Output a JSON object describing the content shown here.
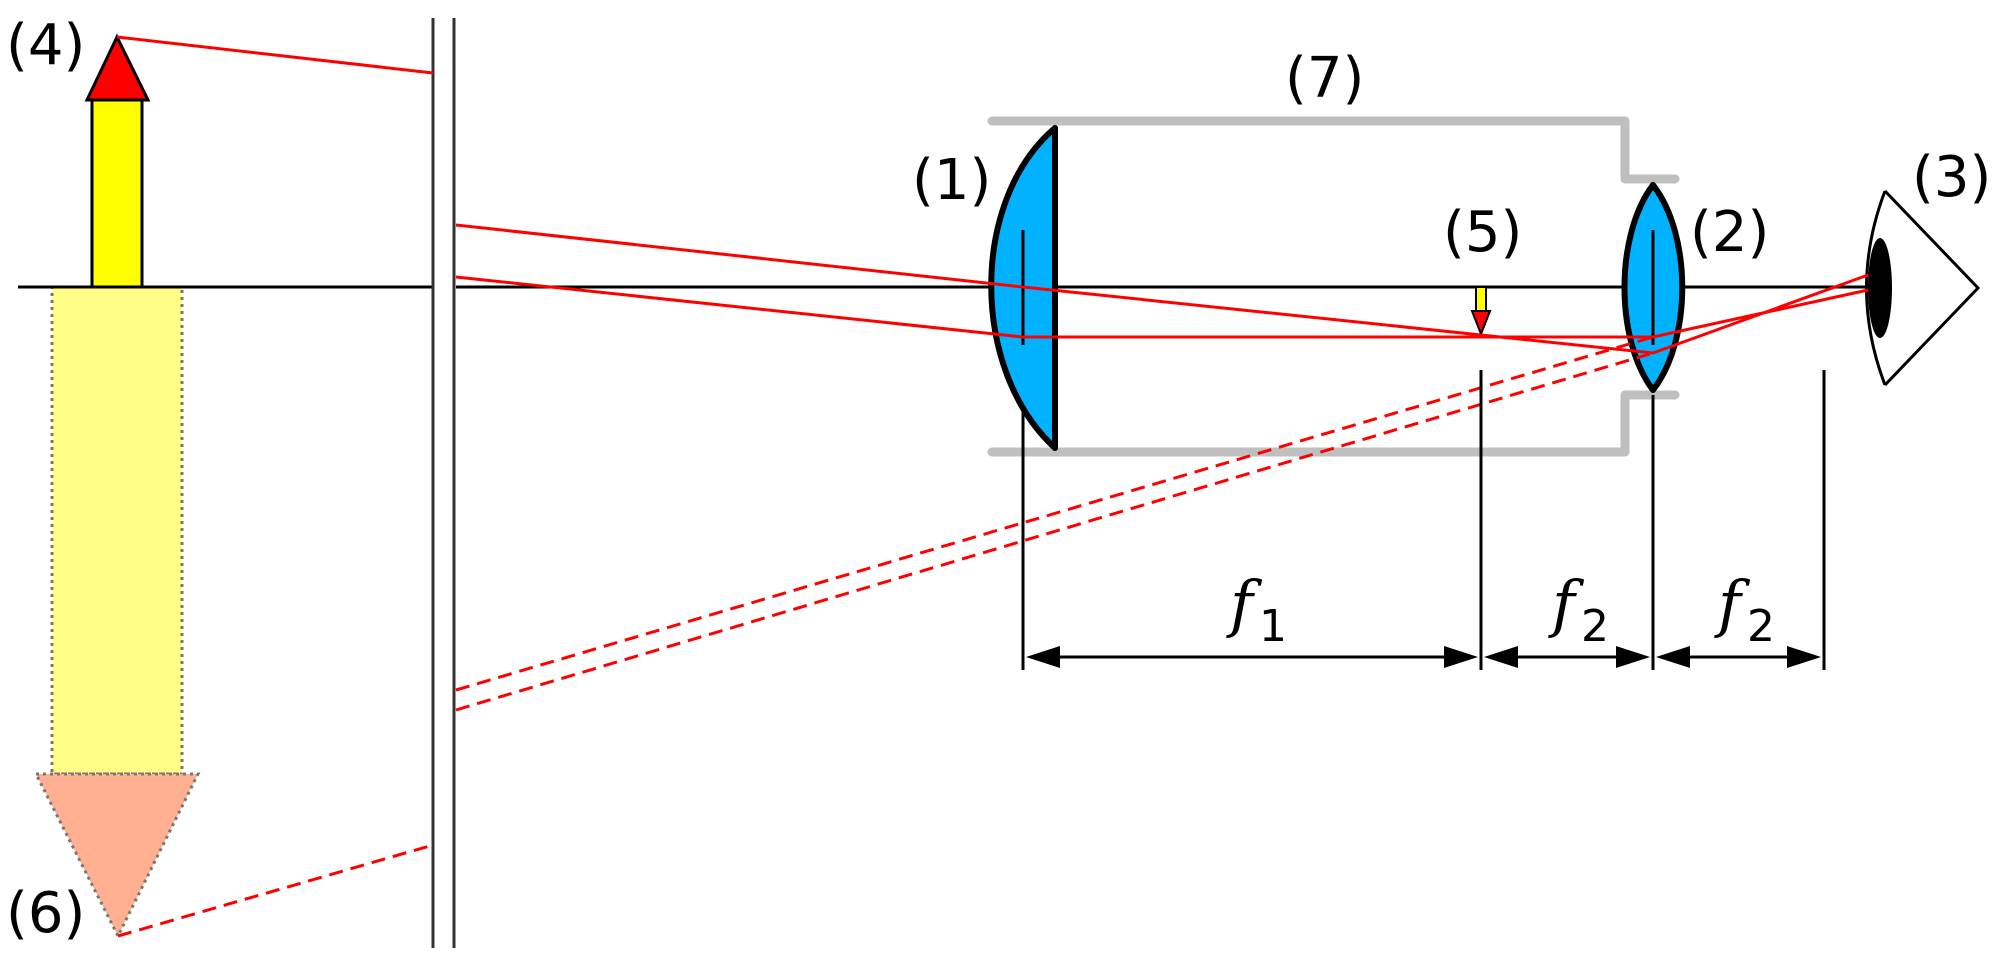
{
  "labels": {
    "objective_lens": "(1)",
    "eyepiece_lens": "(2)",
    "eye": "(3)",
    "object": "(4)",
    "real_image": "(5)",
    "virtual_image": "(6)",
    "tube": "(7)"
  },
  "dimensions": [
    {
      "symbol": "f",
      "subscript": "1"
    },
    {
      "symbol": "f",
      "subscript": "2"
    },
    {
      "symbol": "f",
      "subscript": "2"
    }
  ],
  "colors": {
    "ray": "#ff0000",
    "lens_fill": "#00b2ff",
    "tube": "#bfbfbf",
    "object_body": "#ffff00",
    "object_head": "#ff0000",
    "virtual_body": "#ffff88",
    "virtual_head": "#ffb090"
  }
}
